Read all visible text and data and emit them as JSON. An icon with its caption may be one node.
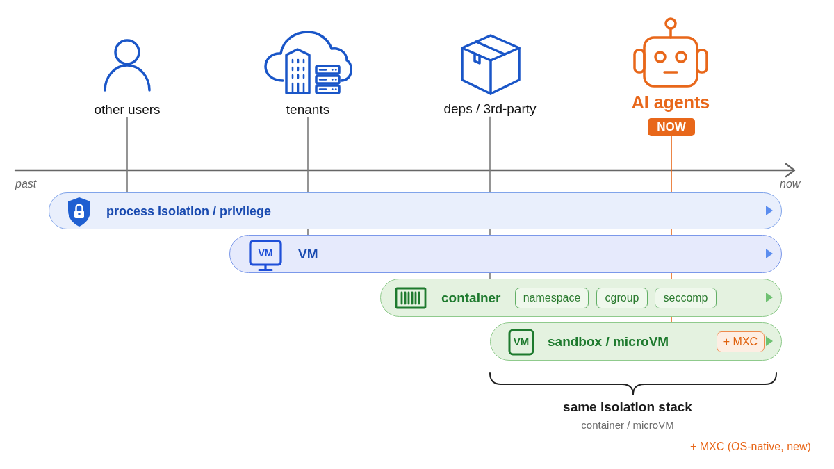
{
  "diagram": {
    "nodes": [
      {
        "text": [
          "other users"
        ]
      },
      {
        "text": [
          "tenants"
        ]
      },
      {
        "text": [
          "deps / 3rd-party"
        ]
      },
      {
        "text": [
          "AI agents"
        ]
      },
      {
        "text": [
          "NOW"
        ]
      },
      {
        "text": [
          "process isolation / privilege"
        ]
      },
      {
        "text": [
          "VM"
        ]
      },
      {
        "text": [
          "container"
        ]
      },
      {
        "text": [
          "namespace"
        ],
        "in": 7
      },
      {
        "text": [
          "cgroup"
        ],
        "in": 7
      },
      {
        "text": [
          "seccomp"
        ],
        "in": 7
      },
      {
        "text": [
          "sandbox / microVM"
        ]
      },
      {
        "text": [
          "+ MXC"
        ],
        "in": 11
      }
    ],
    "edges": [
      {
        "from": 0,
        "to": 5,
        "arrow": "none"
      },
      {
        "from": 1,
        "to": 5,
        "arrow": "none"
      },
      {
        "from": 2,
        "to": 5,
        "arrow": "none"
      },
      {
        "from": 4,
        "to": 5,
        "arrow": "none",
        "color": "#e8671a"
      },
      {
        "from": 5,
        "to": 6,
        "arrow": "none"
      },
      {
        "from": 5,
        "to": 6,
        "arrow": "none"
      },
      {
        "from": 5,
        "to": 6,
        "arrow": "none",
        "color": "#e8671a"
      },
      {
        "from": 6,
        "to": 7,
        "arrow": "none"
      },
      {
        "from": 6,
        "to": 7,
        "arrow": "none",
        "color": "#e8671a"
      },
      {
        "from": 7,
        "to": 11,
        "arrow": "none",
        "color": "#e8671a"
      }
    ],
    "labels": [
      "past",
      "now",
      "VM",
      "VM",
      "same isolation stack",
      "container / microVM",
      "+ MXC (OS-native, new)"
    ]
  }
}
